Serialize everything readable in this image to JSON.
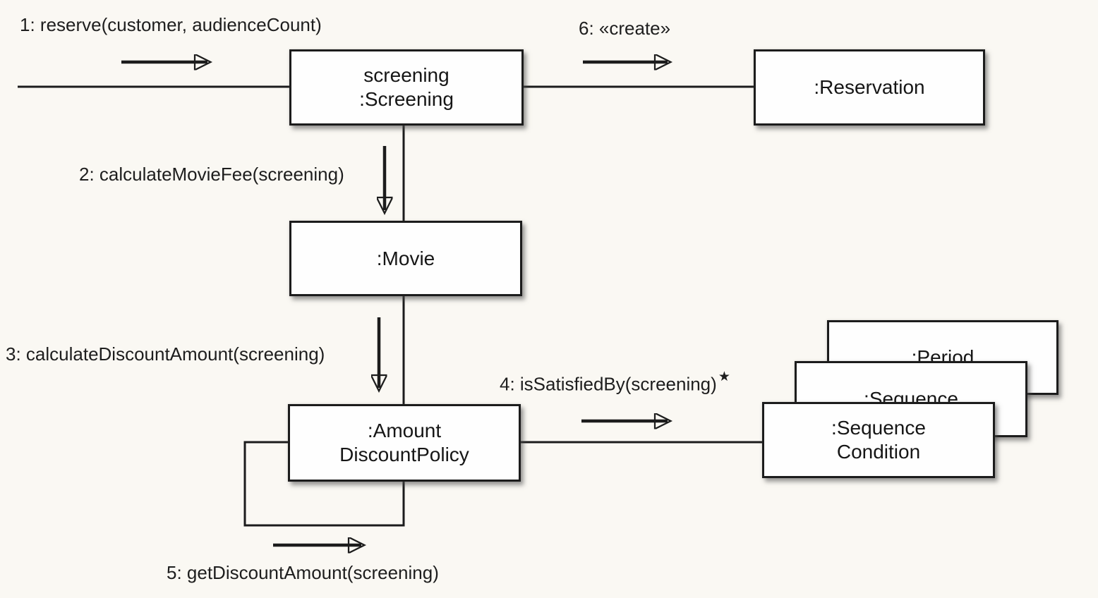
{
  "diagram_type": "UML communication diagram",
  "objects": {
    "screening": {
      "line1": "screening",
      "line2": ":Screening"
    },
    "reservation": {
      "label": ":Reservation"
    },
    "movie": {
      "label": ":Movie"
    },
    "amount_discount_policy": {
      "line1": ":Amount",
      "line2": "DiscountPolicy"
    },
    "period": {
      "label": ":Period"
    },
    "sequence": {
      "label": ":Sequence"
    },
    "sequence_condition": {
      "line1": ":Sequence",
      "line2": "Condition"
    }
  },
  "messages": {
    "m1": {
      "label": "1: reserve(customer, audienceCount)"
    },
    "m2": {
      "label": "2: calculateMovieFee(screening)"
    },
    "m3": {
      "label": "3: calculateDiscountAmount(screening)"
    },
    "m4": {
      "label": "4: isSatisfiedBy(screening)",
      "iteration_marker": "★"
    },
    "m5": {
      "label": "5: getDiscountAmount(screening)"
    },
    "m6": {
      "label": "6: «create»"
    }
  },
  "colors": {
    "background": "#faf8f3",
    "box_fill": "#fefefe",
    "line": "#1c1c1c",
    "text": "#1a1a1a"
  }
}
